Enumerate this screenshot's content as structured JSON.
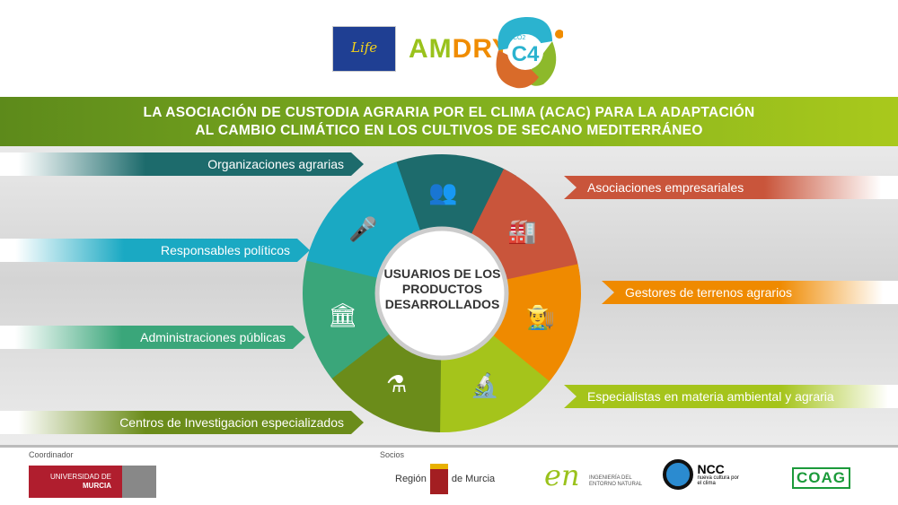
{
  "header": {
    "eu_logo_text": "Life",
    "brand_am": "AM",
    "brand_dry": "DRY",
    "brand_c4": "C4",
    "brand_co2": "CO2"
  },
  "title": {
    "line1": "LA ASOCIACIÓN DE CUSTODIA AGRARIA POR EL CLIMA (ACAC) PARA LA ADAPTACIÓN",
    "line2": "AL CAMBIO CLIMÁTICO EN LOS CULTIVOS DE SECANO MEDITERRÁNEO"
  },
  "center": {
    "text": "USUARIOS DE LOS PRODUCTOS DESARROLLADOS"
  },
  "segments": [
    {
      "label": "Organizaciones agrarias",
      "color": "#1d6b6c",
      "icon": "farmers-group-icon",
      "glyph": "👥"
    },
    {
      "label": "Asociaciones empresariales",
      "color": "#c9553b",
      "icon": "factory-workers-icon",
      "glyph": "🏭"
    },
    {
      "label": "Gestores de terrenos agrarios",
      "color": "#ef8a00",
      "icon": "farmer-icon",
      "glyph": "👨‍🌾"
    },
    {
      "label": "Especialistas en materia ambiental y agraria",
      "color": "#a5c41b",
      "icon": "scientist-microscope-icon",
      "glyph": "🔬"
    },
    {
      "label": "Centros de Investigacion especializados",
      "color": "#6b8c1a",
      "icon": "lab-flask-icon",
      "glyph": "⚗"
    },
    {
      "label": "Administraciones públicas",
      "color": "#3aa67a",
      "icon": "government-building-icon",
      "glyph": "🏛"
    },
    {
      "label": "Responsables políticos",
      "color": "#1aa9c3",
      "icon": "politician-podium-icon",
      "glyph": "🎤"
    }
  ],
  "footer": {
    "coordinator_label": "Coordinador",
    "partners_label": "Socios",
    "um_line1": "UNIVERSIDAD DE",
    "um_line2": "MURCIA",
    "murcia_left": "Región",
    "murcia_right": "de Murcia",
    "en_logo": "en",
    "en_text": "INGENIERÍA DEL ENTORNO NATURAL",
    "ncc_title": "NCC",
    "ncc_sub": "nueva cultura por el clima",
    "coag": "COAG"
  }
}
